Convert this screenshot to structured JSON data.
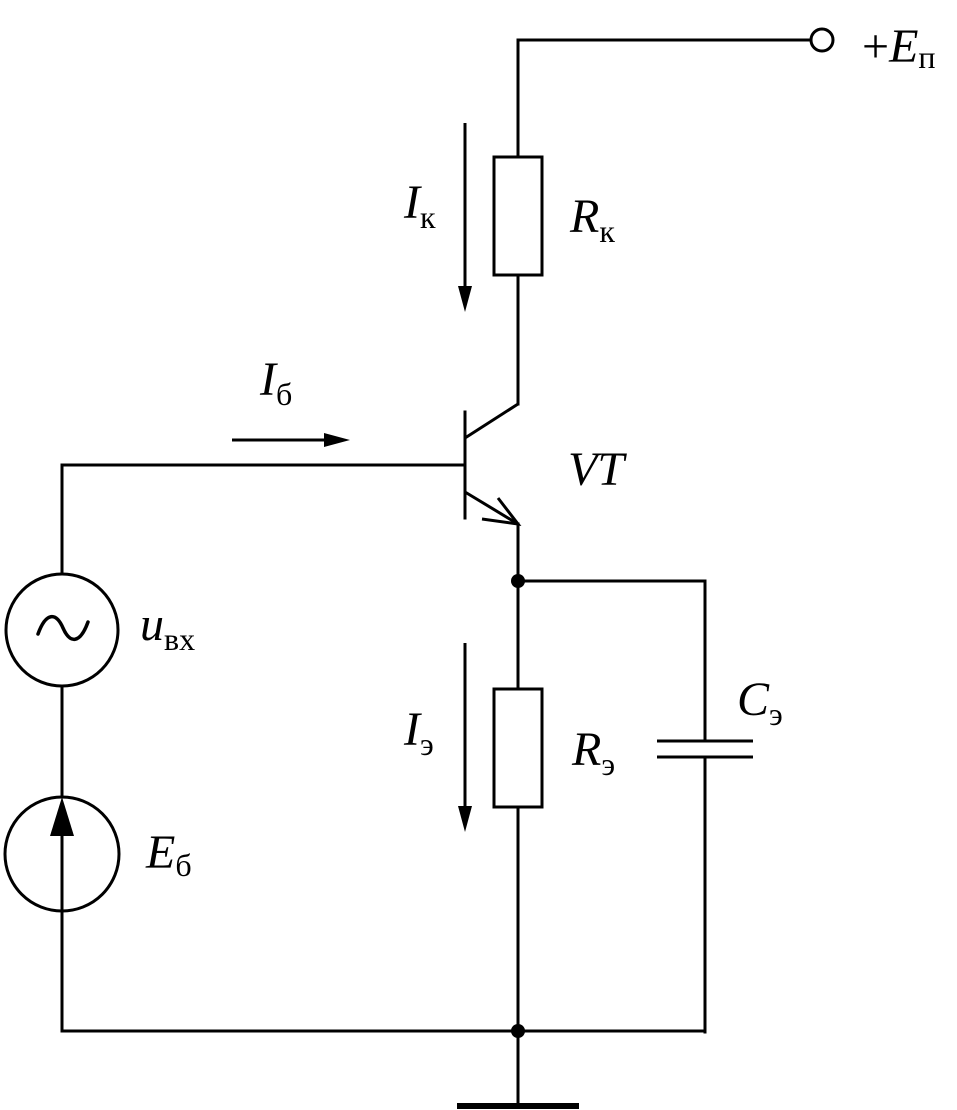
{
  "labels": {
    "supply": {
      "sign": "+",
      "main": "E",
      "sub": "п"
    },
    "rk": {
      "main": "R",
      "sub": "к"
    },
    "ik": {
      "main": "I",
      "sub": "к"
    },
    "ib": {
      "main": "I",
      "sub": "б"
    },
    "vt": {
      "main": "VT"
    },
    "uin": {
      "main": "u",
      "sub": "вх"
    },
    "cap": {
      "main": "C",
      "sub": "э"
    },
    "re": {
      "main": "R",
      "sub": "э"
    },
    "ie": {
      "main": "I",
      "sub": "э"
    },
    "eb": {
      "main": "E",
      "sub": "б"
    }
  },
  "icons": {
    "ac_source": "tilde-icon",
    "dc_source": "up-arrow-icon",
    "ground": "ground-icon"
  }
}
